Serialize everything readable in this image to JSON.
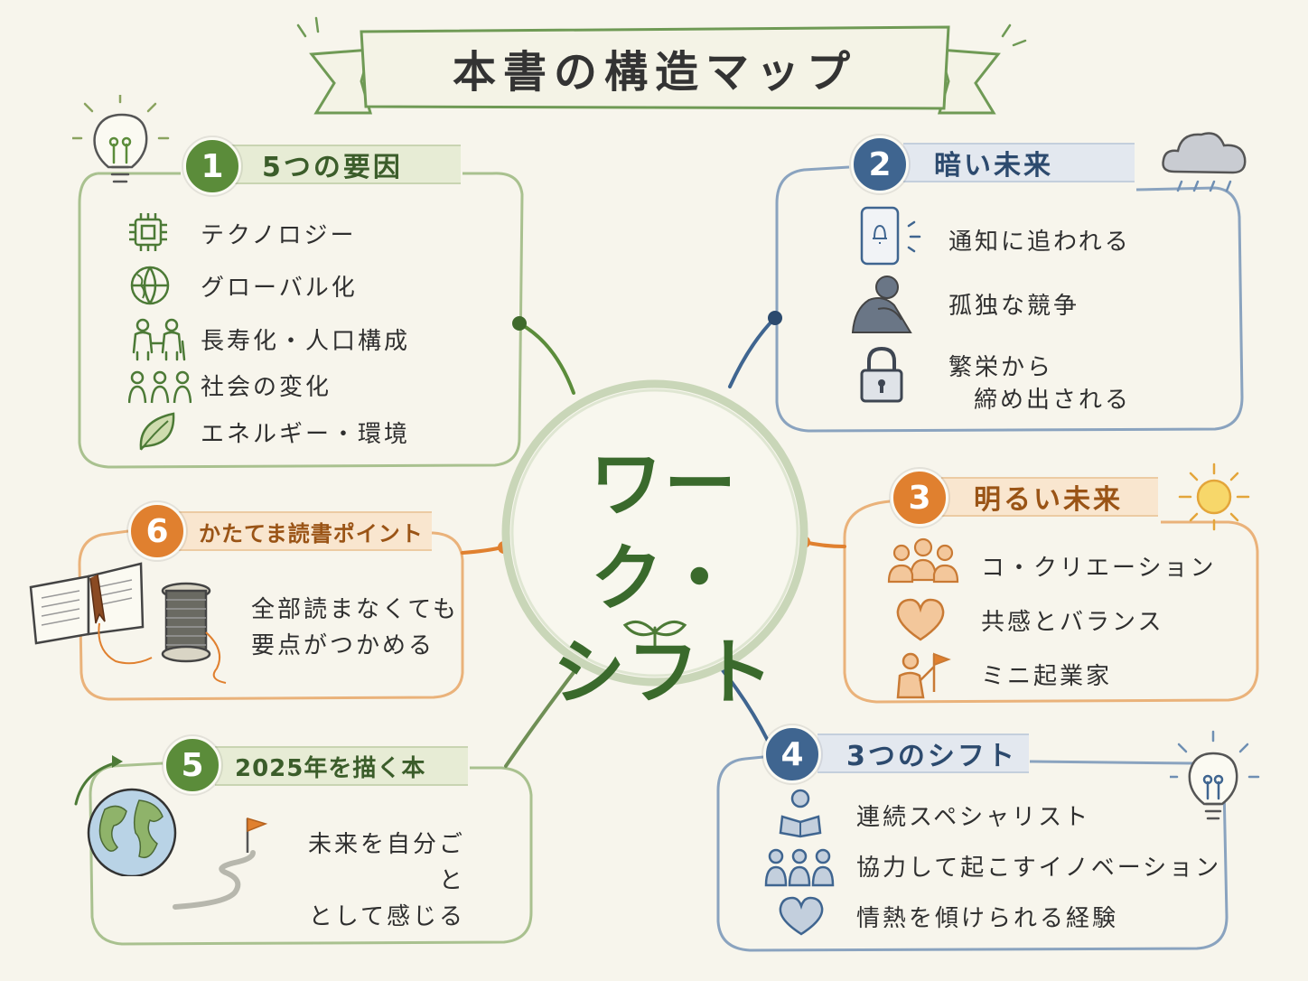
{
  "title": "本書の構造マップ",
  "center": {
    "line1": "ワーク・",
    "line2": "シフト"
  },
  "sections": {
    "s1": {
      "number": "1",
      "title": "5つの要因",
      "items": [
        "テクノロジー",
        "グローバル化",
        "長寿化・人口構成",
        "社会の変化",
        "エネルギー・環境"
      ]
    },
    "s2": {
      "number": "2",
      "title": "暗い未来",
      "items": [
        "通知に追われる",
        "孤独な競争",
        "繁栄から",
        "締め出される"
      ]
    },
    "s3": {
      "number": "3",
      "title": "明るい未来",
      "items": [
        "コ・クリエーション",
        "共感とバランス",
        "ミニ起業家"
      ]
    },
    "s4": {
      "number": "4",
      "title": "3つのシフト",
      "items": [
        "連続スペシャリスト",
        "協力して起こすイノベーション",
        "情熱を傾けられる経験"
      ]
    },
    "s5": {
      "number": "5",
      "title": "2025年を描く本",
      "lines": [
        "未来を自分ごと",
        "として感じる"
      ]
    },
    "s6": {
      "number": "6",
      "title": "かたてま読書ポイント",
      "lines": [
        "全部読まなくても",
        "要点がつかめる"
      ]
    }
  },
  "colors": {
    "green": "#5b8c3a",
    "blue": "#3f6590",
    "orange": "#e0802f",
    "background": "#f7f5ec"
  },
  "icons": [
    "lightbulb-icon",
    "cloud-rain-icon",
    "sun-icon",
    "chip-icon",
    "globe-icon",
    "elderly-couple-icon",
    "people-group-icon",
    "leaf-icon",
    "smartphone-bell-icon",
    "sad-person-icon",
    "lock-icon",
    "team-icon",
    "heart-icon",
    "flag-person-icon",
    "reader-icon",
    "heart-icon",
    "open-book-icon",
    "thread-spool-icon",
    "earth-icon",
    "flag-road-icon",
    "sprout-icon"
  ]
}
